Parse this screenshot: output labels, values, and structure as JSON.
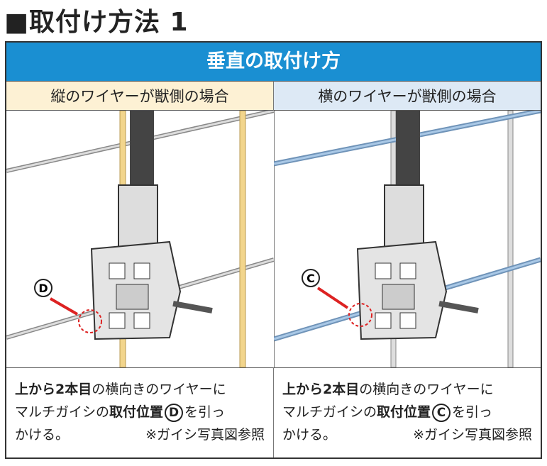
{
  "title": "■取付け方法 1",
  "header": "垂直の取付け方",
  "columns": [
    {
      "subheader": "縦のワイヤーが獣側の場合",
      "marker": "D",
      "wire_color": "#f2d58c",
      "text": {
        "bold1": "上から2本目",
        "t1": "の横向きのワイヤーに",
        "t2": "マルチガイシの",
        "bold2": "取付位置",
        "marker": "D",
        "t3": "を引っ",
        "t4": "かける。",
        "note": "※ガイシ写真図参照"
      }
    },
    {
      "subheader": "横のワイヤーが獣側の場合",
      "marker": "C",
      "wire_color": "#9dbfe0",
      "text": {
        "bold1": "上から2本目",
        "t1": "の横向きのワイヤーに",
        "t2": "マルチガイシの",
        "bold2": "取付位置",
        "marker": "C",
        "t3": "を引っ",
        "t4": "かける。",
        "note": "※ガイシ写真図参照"
      }
    }
  ]
}
